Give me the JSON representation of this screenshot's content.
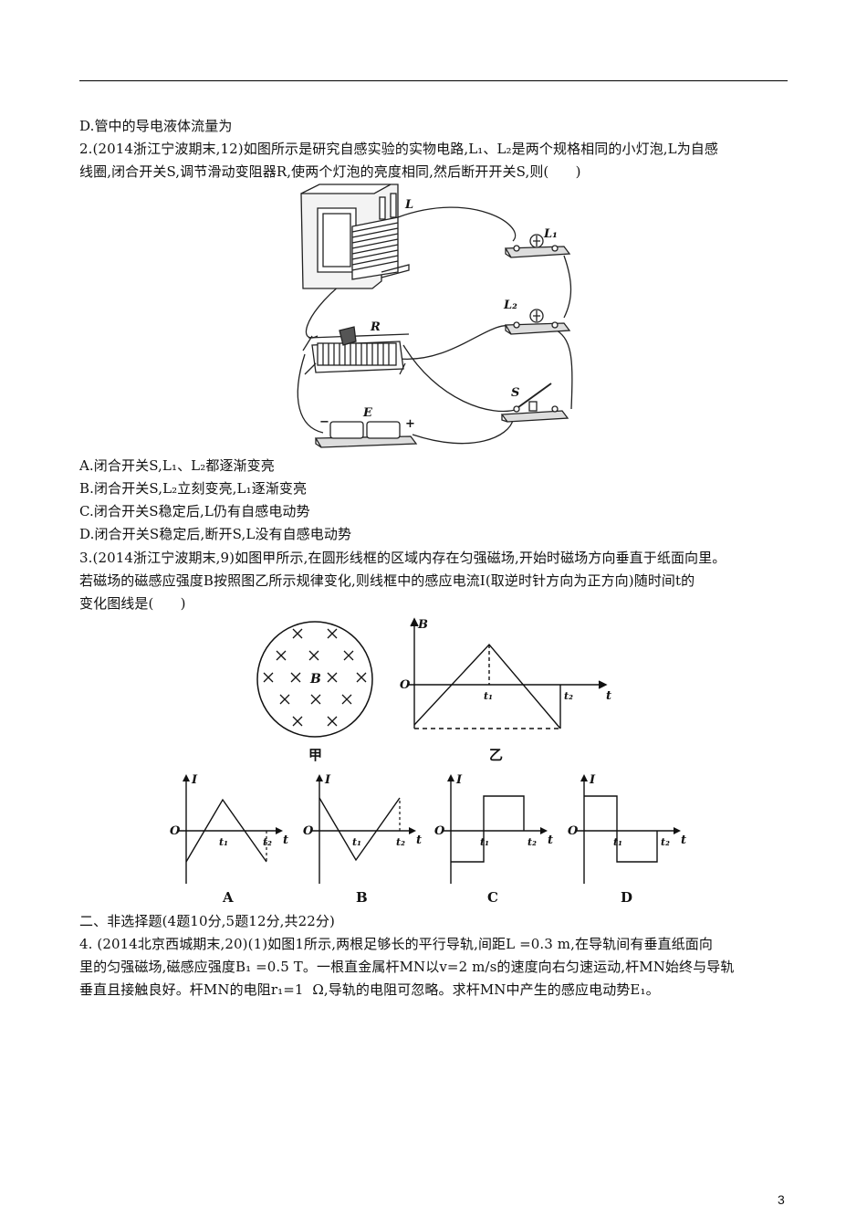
{
  "lines": {
    "l1": "D.管中的导电液体流量为",
    "l2": "2.(2014浙江宁波期末,12)如图所示是研究自感实验的实物电路,L₁、L₂是两个规格相同的小灯泡,L为自感",
    "l3": "线圈,闭合开关S,调节滑动变阻器R,使两个灯泡的亮度相同,然后断开开关S,则(      )",
    "l4": "A.闭合开关S,L₁、L₂都逐渐变亮",
    "l5": "B.闭合开关S,L₂立刻变亮,L₁逐渐变亮",
    "l6": "C.闭合开关S稳定后,L仍有自感电动势",
    "l7": "D.闭合开关S稳定后,断开S,L没有自感电动势",
    "l8": "3.(2014浙江宁波期末,9)如图甲所示,在圆形线框的区域内存在匀强磁场,开始时磁场方向垂直于纸面向里。",
    "l9": "若磁场的磁感应强度B按照图乙所示规律变化,则线框中的感应电流I(取逆时针方向为正方向)随时间t的",
    "l10": "变化图线是(      )",
    "l11": "二、非选择题(4题10分,5题12分,共22分)",
    "l12": "4. (2014北京西城期末,20)(1)如图1所示,两根足够长的平行导轨,间距L =0.3 m,在导轨间有垂直纸面向",
    "l13": "里的匀强磁场,磁感应强度B₁ =0.5 T。一根直金属杆MN以v=2 m/s的速度向右匀速运动,杆MN始终与导轨",
    "l14": "垂直且接触良好。杆MN的电阻r₁=1  Ω,导轨的电阻可忽略。求杆MN中产生的感应电动势E₁。"
  },
  "circuit": {
    "L": "L",
    "L1": "L₁",
    "L2": "L₂",
    "R": "R",
    "S": "S",
    "E": "E",
    "minus": "−",
    "plus": "+"
  },
  "fig_jia": {
    "caption": "甲",
    "B": "B"
  },
  "fig_yi": {
    "caption": "乙",
    "axis_y": "B",
    "axis_x": "t",
    "origin": "O",
    "t1": "t₁",
    "t2": "t₂"
  },
  "options": [
    {
      "caption": "A",
      "axis_y": "I",
      "axis_x": "t",
      "origin": "O",
      "t1": "t₁",
      "t2": "t₂"
    },
    {
      "caption": "B",
      "axis_y": "I",
      "axis_x": "t",
      "origin": "O",
      "t1": "t₁",
      "t2": "t₂"
    },
    {
      "caption": "C",
      "axis_y": "I",
      "axis_x": "t",
      "origin": "O",
      "t1": "t₁",
      "t2": "t₂"
    },
    {
      "caption": "D",
      "axis_y": "I",
      "axis_x": "t",
      "origin": "O",
      "t1": "t₁",
      "t2": "t₂"
    }
  ],
  "page_number": "3"
}
